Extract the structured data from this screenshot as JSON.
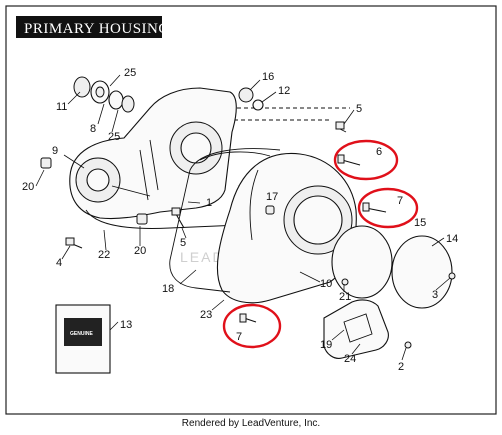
{
  "title": "PRIMARY HOUSING",
  "watermark": "LEADVENTURE",
  "footer": "Rendered by LeadVenture, Inc.",
  "package_label": "GENUINE",
  "callouts": [
    {
      "id": "c25a",
      "label": "25"
    },
    {
      "id": "c11",
      "label": "11"
    },
    {
      "id": "c8",
      "label": "8"
    },
    {
      "id": "c25b",
      "label": "25"
    },
    {
      "id": "c16",
      "label": "16"
    },
    {
      "id": "c12",
      "label": "12"
    },
    {
      "id": "c9",
      "label": "9"
    },
    {
      "id": "c20a",
      "label": "20"
    },
    {
      "id": "c5a",
      "label": "5"
    },
    {
      "id": "c6",
      "label": "6"
    },
    {
      "id": "c7a",
      "label": "7"
    },
    {
      "id": "c15",
      "label": "15"
    },
    {
      "id": "c17",
      "label": "17"
    },
    {
      "id": "c1",
      "label": "1"
    },
    {
      "id": "c5b",
      "label": "5"
    },
    {
      "id": "c22",
      "label": "22"
    },
    {
      "id": "c20b",
      "label": "20"
    },
    {
      "id": "c4",
      "label": "4"
    },
    {
      "id": "c14",
      "label": "14"
    },
    {
      "id": "c18",
      "label": "18"
    },
    {
      "id": "c10",
      "label": "10"
    },
    {
      "id": "c21",
      "label": "21"
    },
    {
      "id": "c3",
      "label": "3"
    },
    {
      "id": "c23",
      "label": "23"
    },
    {
      "id": "c13",
      "label": "13"
    },
    {
      "id": "c7b",
      "label": "7"
    },
    {
      "id": "c19",
      "label": "19"
    },
    {
      "id": "c24",
      "label": "24"
    },
    {
      "id": "c2",
      "label": "2"
    }
  ],
  "colors": {
    "highlight": "#e0101a",
    "ink": "#111111"
  }
}
